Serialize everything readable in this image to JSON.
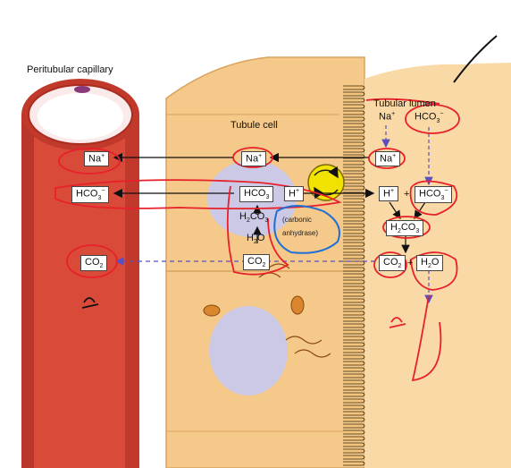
{
  "labels": {
    "capillary": "Peritubular capillary",
    "tubule_cell": "Tubule cell",
    "lumen": "Tubular lumen"
  },
  "capillary_side": {
    "na": [
      "Na",
      "+"
    ],
    "hco3": [
      "HCO",
      "3",
      "−"
    ],
    "co2": [
      "CO",
      "2"
    ]
  },
  "cell_side": {
    "na": [
      "Na",
      "+"
    ],
    "hco3": [
      "HCO",
      "3"
    ],
    "h": [
      "H",
      "+"
    ],
    "h2co3": [
      "H",
      "2",
      "CO",
      "3"
    ],
    "h2o": [
      "H",
      "2",
      "O"
    ],
    "co2": [
      "CO",
      "2"
    ],
    "enzyme_line1": "(carbonic",
    "enzyme_line2": "anhydrase)"
  },
  "lumen_side": {
    "na_top": [
      "Na",
      "+"
    ],
    "hco3_top": [
      "HCO",
      "3",
      "−"
    ],
    "na": [
      "Na",
      "+"
    ],
    "h": [
      "H",
      "+"
    ],
    "plus1": "+",
    "hco3": [
      "HCO",
      "3",
      "−"
    ],
    "h2co3": [
      "H",
      "2",
      "CO",
      "3"
    ],
    "co2": [
      "CO",
      "2"
    ],
    "plus2": "+",
    "h2o": [
      "H",
      "2",
      "O"
    ]
  },
  "colors": {
    "capillary": "#d94a38",
    "capillary_dark": "#a92c1e",
    "cell": "#f5c98a",
    "lumen": "#f9d9a6",
    "nucleus": "#c7c9ee",
    "pump": "#f2e200",
    "annotation_red": "#e8202a",
    "annotation_blue": "#1f6fd6",
    "dashed_arrow": "#5a4fbf"
  }
}
